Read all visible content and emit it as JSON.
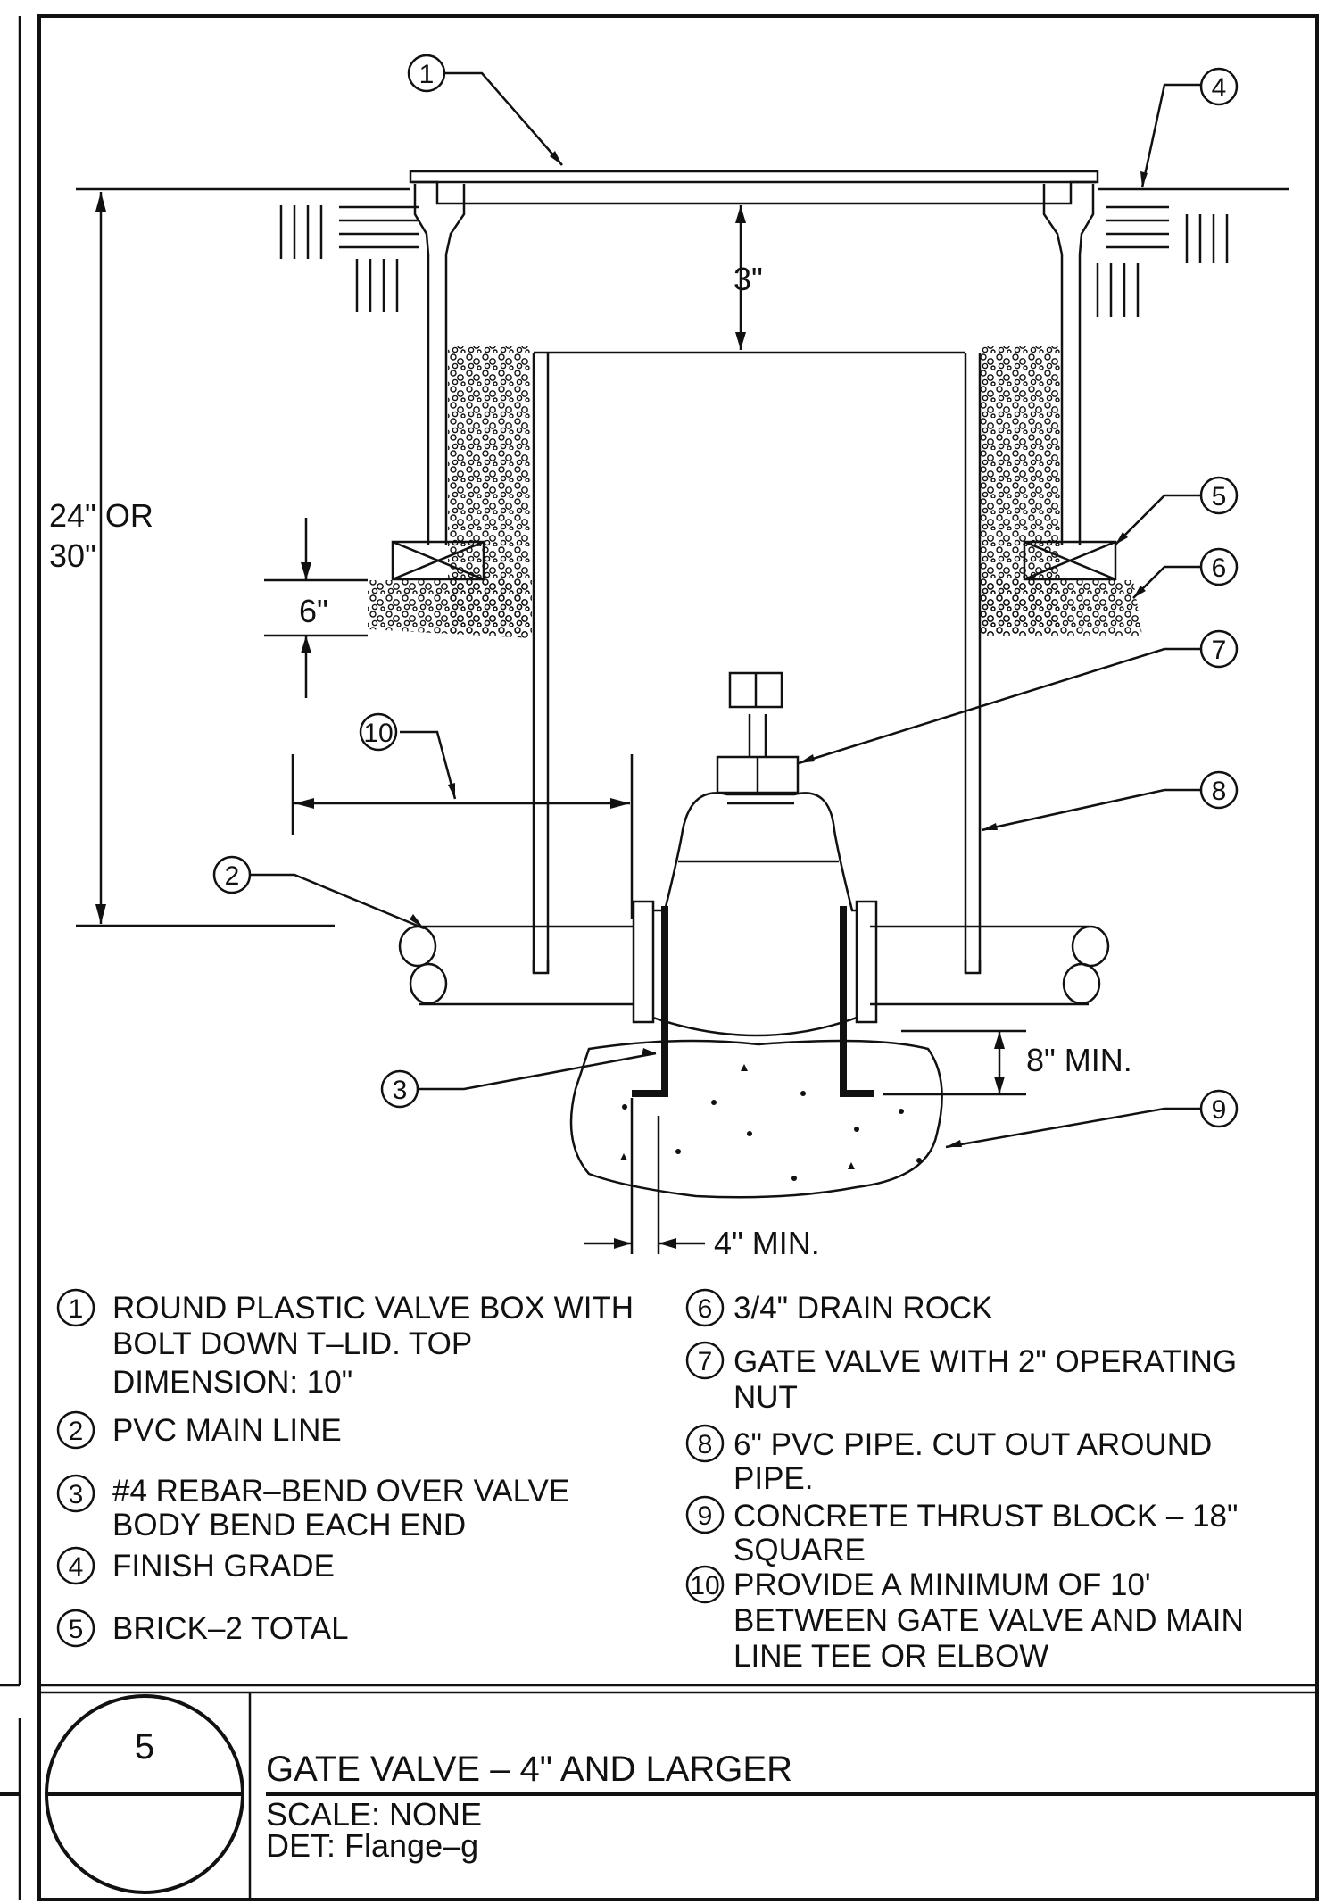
{
  "dimensions": {
    "lid_gap": "3\"",
    "depth_line1": "24\"  OR",
    "depth_line2": "30\"",
    "rock_depth": "6\"",
    "block_min": "8\"  MIN.",
    "rebar_min": "4\"  MIN."
  },
  "callouts": [
    "1",
    "2",
    "3",
    "4",
    "5",
    "6",
    "7",
    "8",
    "9",
    "10"
  ],
  "notes_left": [
    {
      "num": "1",
      "lines": [
        "ROUND  PLASTIC  VALVE  BOX  WITH",
        "BOLT  DOWN  T–LID.  TOP",
        "DIMENSION:  10\""
      ]
    },
    {
      "num": "2",
      "lines": [
        "PVC  MAIN  LINE"
      ]
    },
    {
      "num": "3",
      "lines": [
        "#4  REBAR–BEND  OVER  VALVE",
        "BODY  BEND  EACH  END"
      ]
    },
    {
      "num": "4",
      "lines": [
        "FINISH  GRADE"
      ]
    },
    {
      "num": "5",
      "lines": [
        "BRICK–2  TOTAL"
      ]
    }
  ],
  "notes_right": [
    {
      "num": "6",
      "lines": [
        "3/4\"  DRAIN  ROCK"
      ]
    },
    {
      "num": "7",
      "lines": [
        "GATE  VALVE  WITH  2\"  OPERATING",
        "NUT"
      ]
    },
    {
      "num": "8",
      "lines": [
        "6\"  PVC  PIPE.  CUT  OUT  AROUND",
        "PIPE."
      ]
    },
    {
      "num": "9",
      "lines": [
        "CONCRETE  THRUST  BLOCK  –  18\"",
        "SQUARE"
      ]
    },
    {
      "num": "10",
      "lines": [
        "PROVIDE  A  MINIMUM  OF  10'",
        "BETWEEN  GATE  VALVE  AND  MAIN",
        "LINE  TEE  OR  ELBOW"
      ]
    }
  ],
  "title_block": {
    "detail_number": "5",
    "title": "GATE  VALVE  –  4\"  AND  LARGER",
    "scale": "SCALE:  NONE",
    "det": "DET:  Flange–g"
  }
}
